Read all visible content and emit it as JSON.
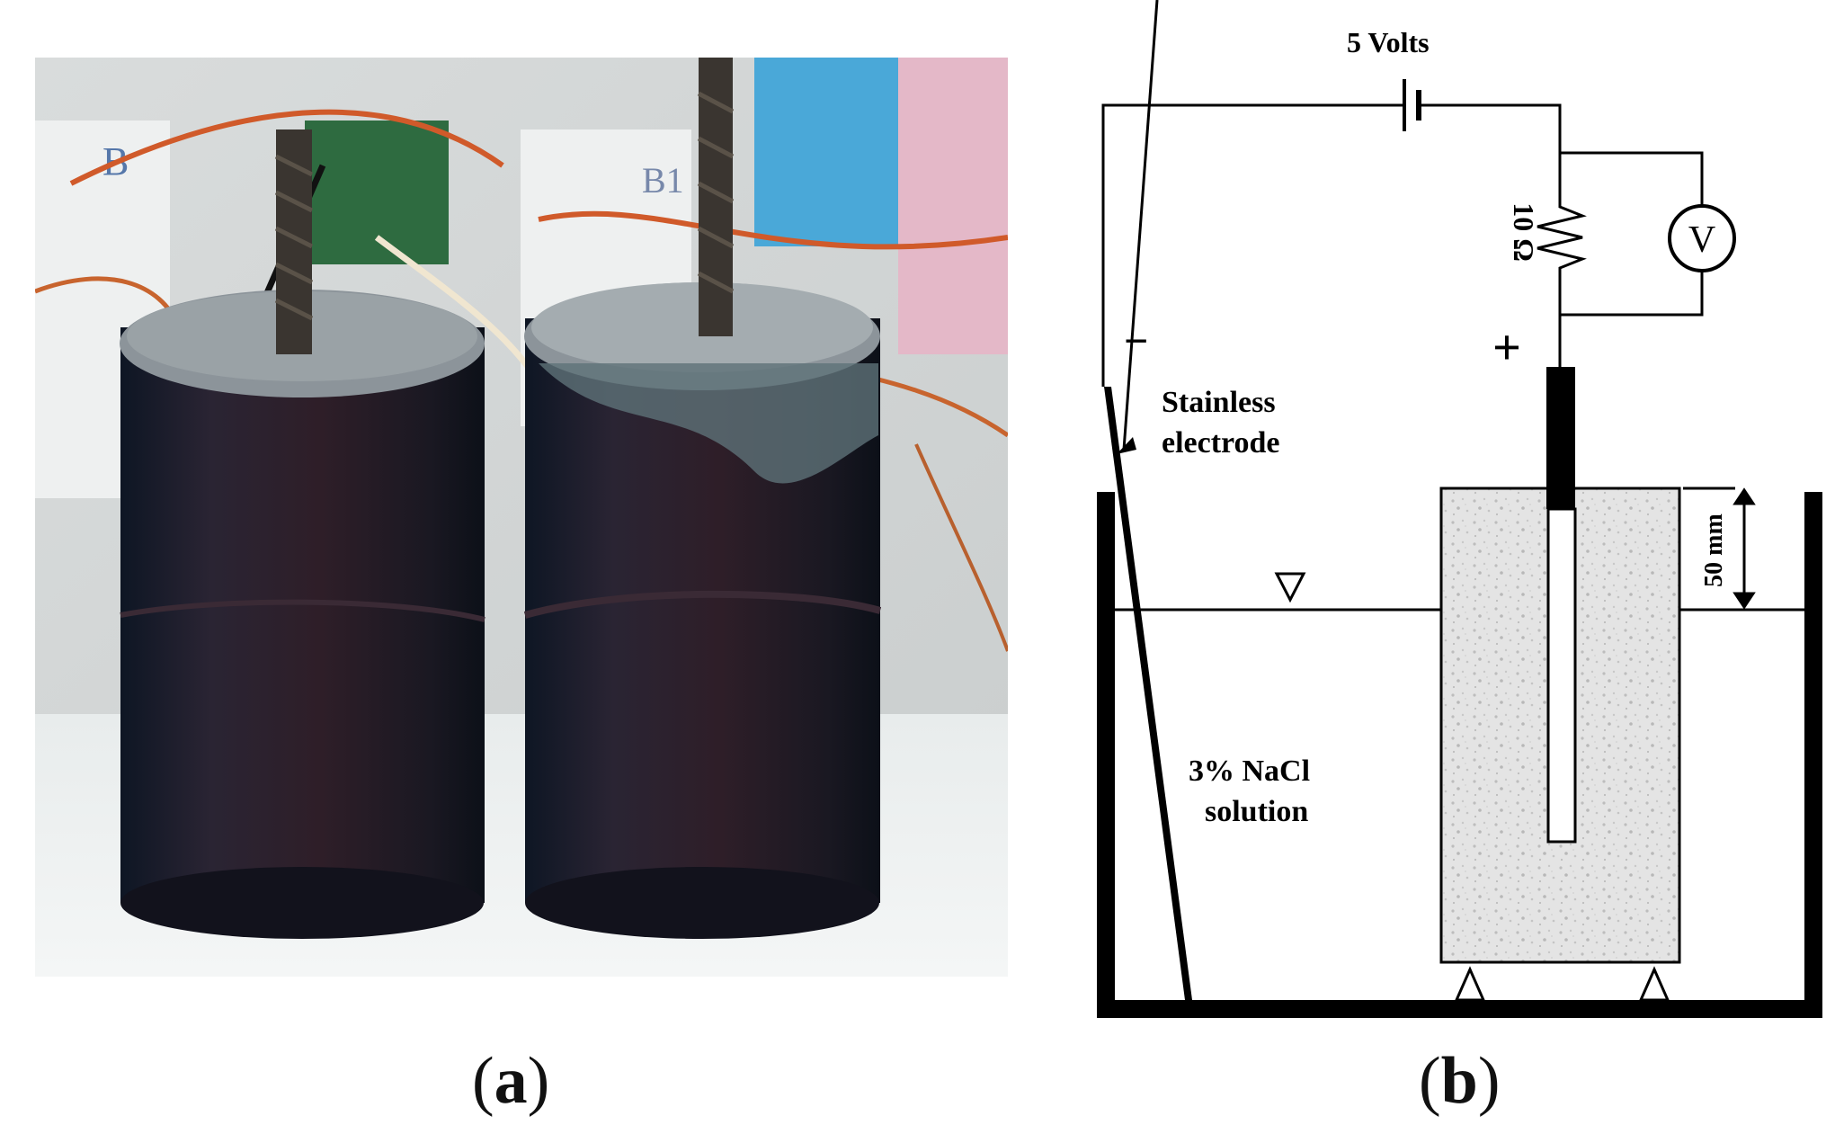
{
  "panel_a": {
    "caption_open": "(",
    "caption_letter": "a",
    "caption_close": ")",
    "jar_label_left": "B",
    "jar_label_right": "B1"
  },
  "panel_b": {
    "caption_open": "(",
    "caption_letter": "b",
    "caption_close": ")",
    "voltage_label": "5 Volts",
    "resistor_label": "10 Ω",
    "voltmeter_label": "V",
    "negative_label": "−",
    "positive_label": "+",
    "electrode_label_line1": "Stainless",
    "electrode_label_line2": "electrode",
    "depth_label": "50 mm",
    "solution_label_line1": "3% NaCl",
    "solution_label_line2": "solution"
  },
  "colors": {
    "concrete_dark": "#1c1b2a",
    "concrete_top": "#8c949a",
    "specimen_fill": "#e2e2e2",
    "background_white": "#ffffff"
  }
}
